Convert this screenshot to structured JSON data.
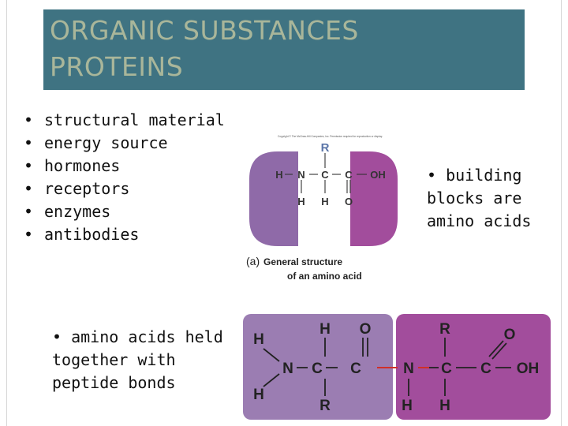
{
  "title": {
    "line1": "ORGANIC SUBSTANCES",
    "line2": "PROTEINS"
  },
  "functions_list": [
    "structural material",
    "energy source",
    "hormones",
    "receptors",
    "enzymes",
    "antibodies"
  ],
  "building_blocks": "building blocks are amino acids",
  "peptide_bonds": "amino acids held together with peptide bonds",
  "figure_a": {
    "copyright": "Copyright © The McGraw-Hill Companies, Inc. Permission required for reproduction or display.",
    "label": "(a)",
    "caption_line1": "General structure",
    "caption_line2": "of an amino acid",
    "atoms": {
      "R": "R",
      "H": "H",
      "N": "N",
      "C": "C",
      "OH": "OH",
      "O": "O"
    }
  },
  "figure_b": {
    "atoms": {
      "H": "H",
      "N": "N",
      "C": "C",
      "O": "O",
      "R": "R",
      "OH": "OH"
    }
  },
  "colors": {
    "title_bg": "#3f7382",
    "title_text": "#a9b69a",
    "purple": "#8f6aa8",
    "magenta": "#a24d9c",
    "light_purple": "#9b7db2",
    "red_bond": "#d03028"
  }
}
